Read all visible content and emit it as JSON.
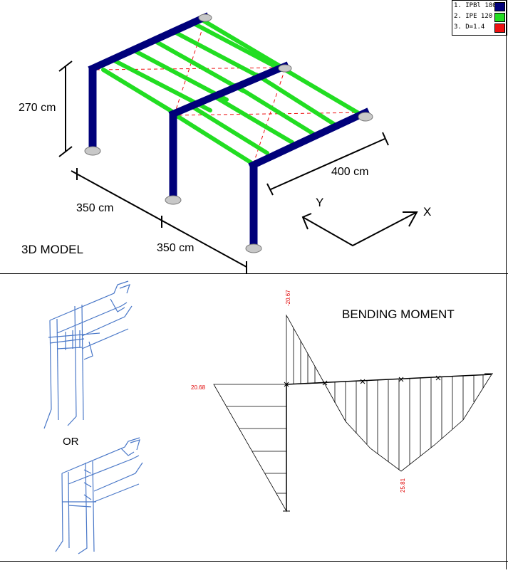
{
  "legend": {
    "items": [
      {
        "label": "1. IPBl 180",
        "color": "#00007a"
      },
      {
        "label": "2. IPE 120",
        "color": "#22dd22"
      },
      {
        "label": "3. D=1.4",
        "color": "#ee1111"
      }
    ]
  },
  "model": {
    "height_label": "270 cm",
    "length_label": "400 cm",
    "span1_label": "350 cm",
    "span2_label": "350 cm",
    "axis_y": "Y",
    "axis_x": "X",
    "title": "3D MODEL"
  },
  "details": {
    "or_label": "OR"
  },
  "moment": {
    "title": "BENDING MOMENT",
    "top_value": "-20.67",
    "left_value": "20.68",
    "bottom_value": "25.81"
  }
}
